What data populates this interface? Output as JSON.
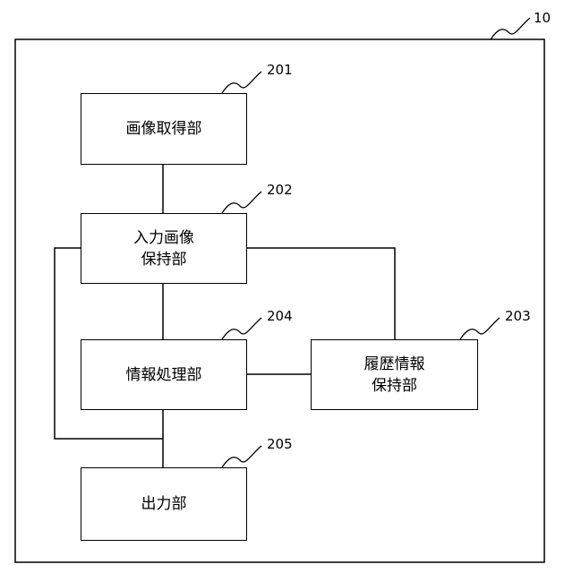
{
  "figure": {
    "ref": "10"
  },
  "blocks": {
    "image_acquisition": {
      "ref": "201",
      "lines": [
        "画像取得部"
      ]
    },
    "input_image_holding": {
      "ref": "202",
      "lines": [
        "入力画像",
        "保持部"
      ]
    },
    "history_holding": {
      "ref": "203",
      "lines": [
        "履歴情報",
        "保持部"
      ]
    },
    "info_processing": {
      "ref": "204",
      "lines": [
        "情報処理部"
      ]
    },
    "output": {
      "ref": "205",
      "lines": [
        "出力部"
      ]
    }
  }
}
